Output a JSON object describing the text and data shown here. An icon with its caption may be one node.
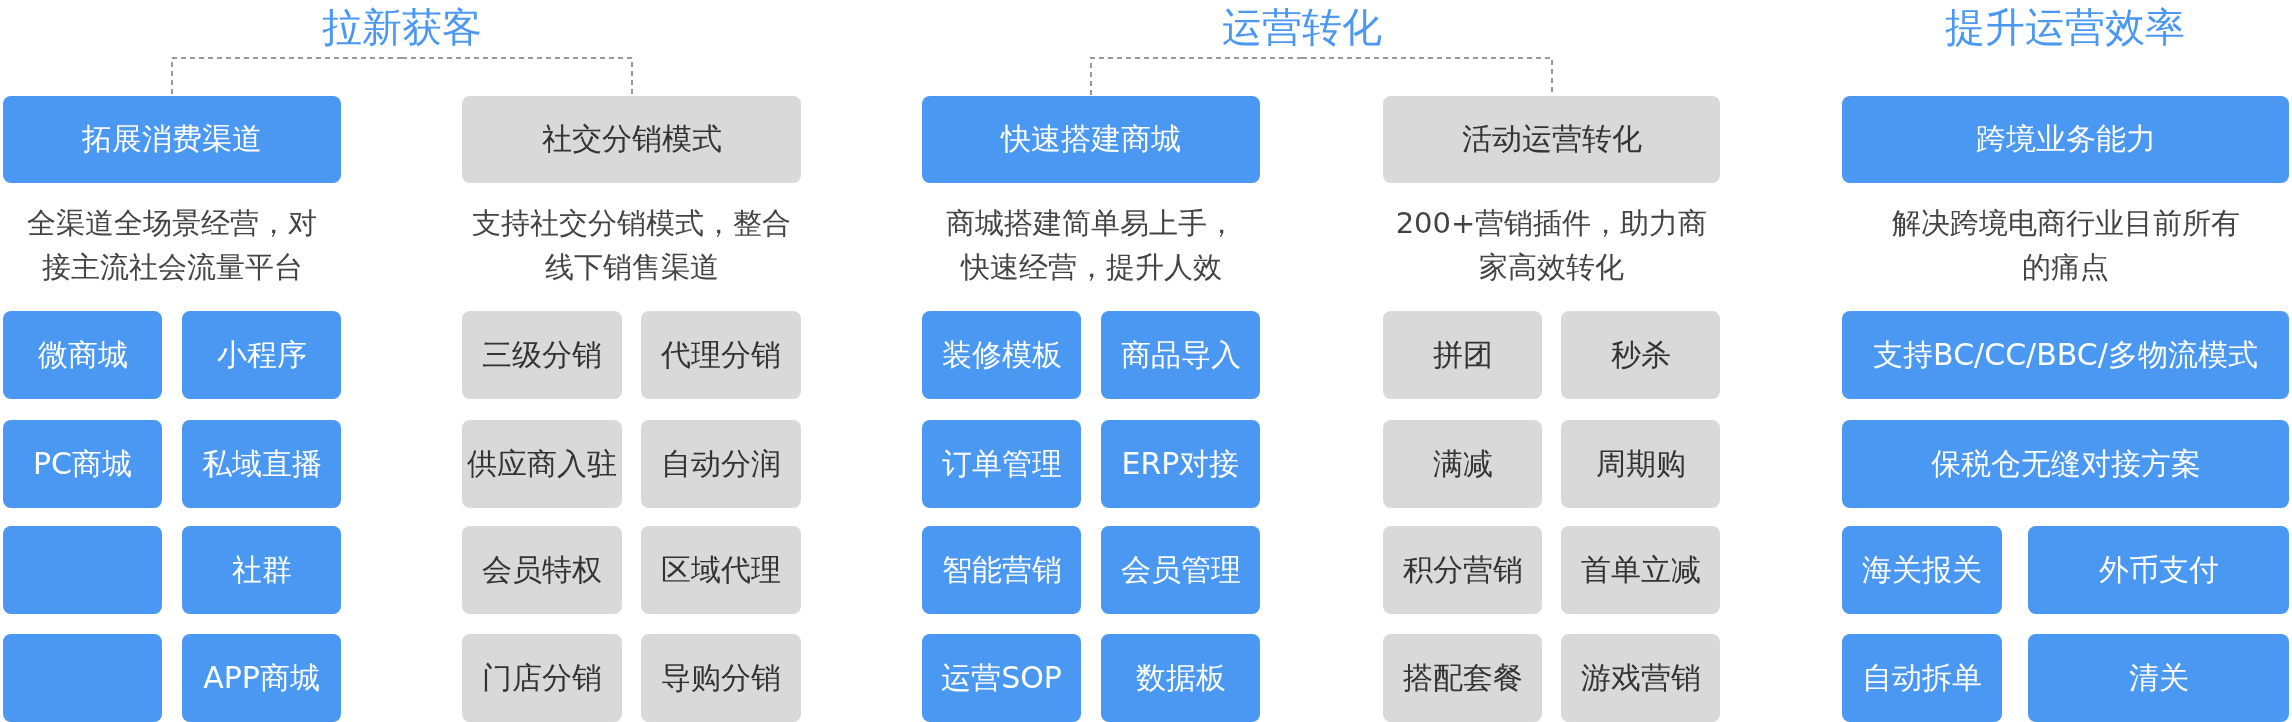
{
  "diagram": {
    "nodes": [
      {
        "text": [
          "拉新获客"
        ]
      },
      {
        "text": [
          "拓展消费渠道"
        ],
        "beside": [
          "全渠道全场景经营，对接主流社会流量平台"
        ]
      },
      {
        "text": [
          "社交分销模式"
        ],
        "beside": [
          "支持社交分销模式，整合线下销售渠道"
        ]
      },
      {
        "text": [
          "运营转化"
        ]
      },
      {
        "text": [
          "快速搭建商城"
        ],
        "beside": [
          "商城搭建简单易上手，快速经营，提升人效"
        ]
      },
      {
        "text": [
          "活动运营转化"
        ],
        "beside": [
          "200+营销插件，助力商家高效转化"
        ]
      },
      {
        "text": [
          "跨境业务能力"
        ],
        "beside": [
          "解决跨境电商行业目前所有的痛点"
        ]
      },
      {
        "text": [
          "微商城"
        ]
      },
      {
        "text": [
          "小程序"
        ]
      },
      {
        "text": [
          "PC商城"
        ]
      },
      {
        "text": [
          "私域直播"
        ]
      },
      {
        "text": [],
        "shape": "box"
      },
      {
        "text": [
          "社群"
        ]
      },
      {
        "text": [],
        "shape": "box"
      },
      {
        "text": [
          "APP商城"
        ]
      },
      {
        "text": [
          "三级分销"
        ]
      },
      {
        "text": [
          "代理分销"
        ]
      },
      {
        "text": [
          "供应商入驻"
        ]
      },
      {
        "text": [
          "自动分润"
        ]
      },
      {
        "text": [
          "会员特权"
        ]
      },
      {
        "text": [
          "区域代理"
        ]
      },
      {
        "text": [
          "门店分销"
        ]
      },
      {
        "text": [
          "导购分销"
        ]
      },
      {
        "text": [
          "装修模板"
        ]
      },
      {
        "text": [
          "商品导入"
        ]
      },
      {
        "text": [
          "订单管理"
        ]
      },
      {
        "text": [
          "ERP对接"
        ]
      },
      {
        "text": [
          "智能营销"
        ]
      },
      {
        "text": [
          "会员管理"
        ]
      },
      {
        "text": [
          "运营SOP"
        ]
      },
      {
        "text": [
          "数据板"
        ]
      },
      {
        "text": [
          "拼团"
        ]
      },
      {
        "text": [
          "秒杀"
        ]
      },
      {
        "text": [
          "满减"
        ]
      },
      {
        "text": [
          "周期购"
        ]
      },
      {
        "text": [
          "积分营销"
        ]
      },
      {
        "text": [
          "首单立减"
        ]
      },
      {
        "text": [
          "搭配套餐"
        ]
      },
      {
        "text": [
          "游戏营销"
        ]
      },
      {
        "text": [
          "支持BC/CC/BBC/多物流模式"
        ]
      },
      {
        "text": [
          "保税仓无缝对接方案"
        ]
      },
      {
        "text": [
          "海关报关"
        ]
      },
      {
        "text": [
          "外币支付"
        ]
      },
      {
        "text": [
          "自动拆单"
        ]
      },
      {
        "text": [
          "清关"
        ]
      }
    ],
    "edges": [
      {
        "from": 0,
        "to": 1,
        "arrow": "none",
        "style": "dashed"
      },
      {
        "from": 0,
        "to": 2,
        "arrow": "none",
        "style": "dashed"
      },
      {
        "from": 3,
        "to": 4,
        "arrow": "none",
        "style": "dashed"
      },
      {
        "from": 3,
        "to": 5,
        "arrow": "none",
        "style": "dashed"
      }
    ],
    "labels": [
      "提升运营效率"
    ]
  }
}
